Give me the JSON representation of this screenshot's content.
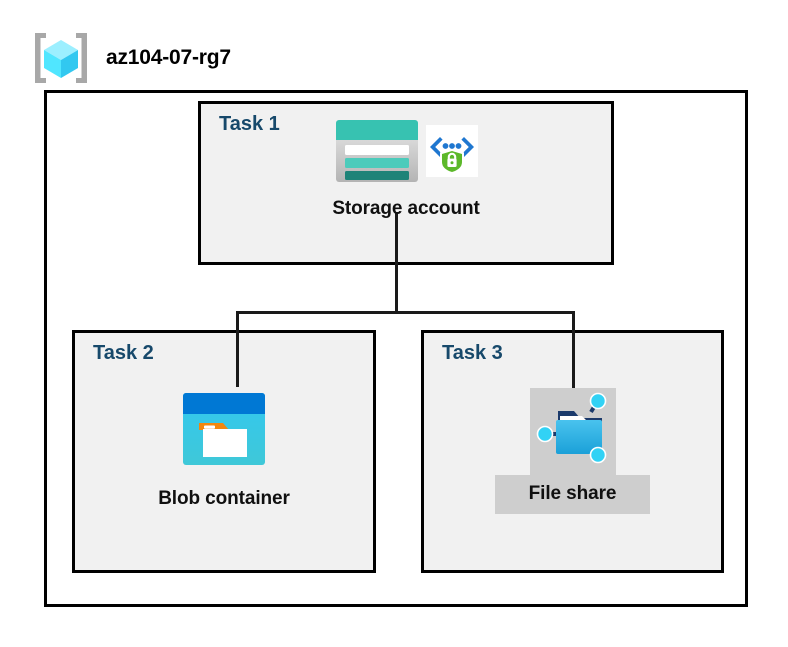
{
  "diagram": {
    "resource_group": {
      "icon": "azure-resource-group-icon",
      "title": "az104-07-rg7"
    },
    "tasks": [
      {
        "id": "task1",
        "label": "Task 1",
        "node": {
          "caption": "Storage account",
          "icons": [
            "storage-account-icon",
            "secure-identity-shield-icon"
          ]
        }
      },
      {
        "id": "task2",
        "label": "Task 2",
        "node": {
          "caption": "Blob container",
          "icons": [
            "blob-container-icon"
          ]
        }
      },
      {
        "id": "task3",
        "label": "Task 3",
        "node": {
          "caption": "File share",
          "icons": [
            "file-share-folder-icon"
          ]
        }
      }
    ],
    "connectors": [
      {
        "from": "task1",
        "to": "task2"
      },
      {
        "from": "task1",
        "to": "task3"
      }
    ],
    "colors": {
      "task_label": "#17496b",
      "box_fill": "#f1f1f1",
      "box_border": "#000000",
      "caption": "#101010",
      "highlight_backdrop": "#cecece",
      "storage_teal": "#37c2b1",
      "storage_teal_dark": "#1e8378",
      "blob_blue": "#0078d4",
      "blob_cyan": "#32c8f0",
      "blob_orange": "#f2870d",
      "fileshare_blue": "#32b5e5",
      "shield_green": "#5cb82a",
      "cube_cyan": "#50e6ff"
    }
  }
}
